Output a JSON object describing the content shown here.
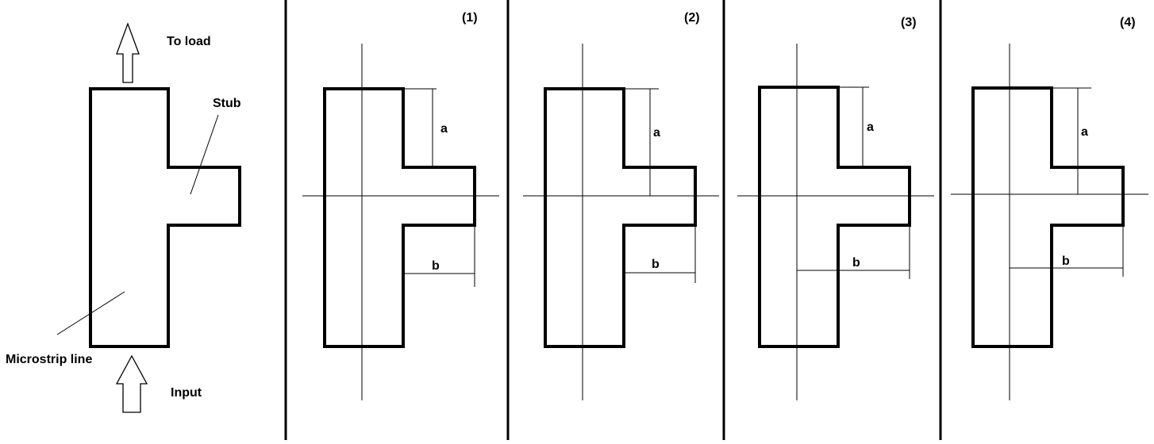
{
  "overview": {
    "to_load": "To load",
    "stub": "Stub",
    "microstrip_line": "Microstrip line",
    "input": "Input"
  },
  "panels": [
    {
      "number": "(1)",
      "a": "a",
      "b": "b"
    },
    {
      "number": "(2)",
      "a": "a",
      "b": "b"
    },
    {
      "number": "(3)",
      "a": "a",
      "b": "b"
    },
    {
      "number": "(4)",
      "a": "a",
      "b": "b"
    }
  ]
}
